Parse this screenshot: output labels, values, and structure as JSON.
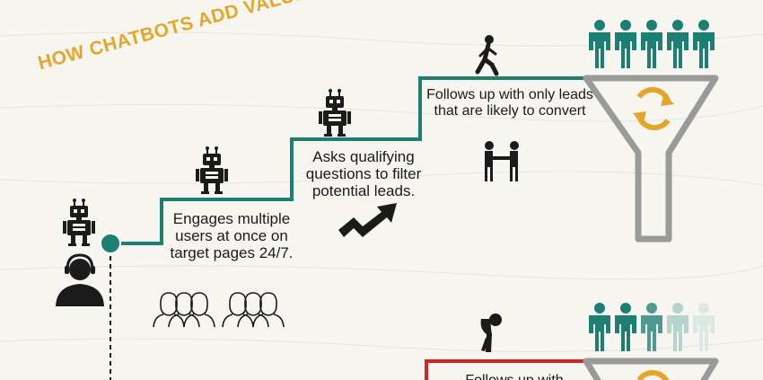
{
  "title": "HOW CHATBOTS ADD VALUE",
  "steps": [
    {
      "text": "Engages  multiple users at once on target pages 24/7."
    },
    {
      "text": "Asks qualifying questions to filter potential leads."
    },
    {
      "text": "Follows up with only leads that are likely to convert"
    }
  ],
  "bottom_step": {
    "text": "Follows up with"
  },
  "icons": [
    "robot-icon",
    "agent-headset-icon",
    "crowd-icon",
    "trend-arrow-icon",
    "walking-person-icon",
    "handshake-icon",
    "funnel-icon",
    "people-icon",
    "sad-person-icon"
  ],
  "colors": {
    "accent": "#e4a62a",
    "teal": "#1b7f72",
    "red": "#cc2626",
    "gray": "#9a9a9a",
    "dark": "#1b1b1b"
  }
}
